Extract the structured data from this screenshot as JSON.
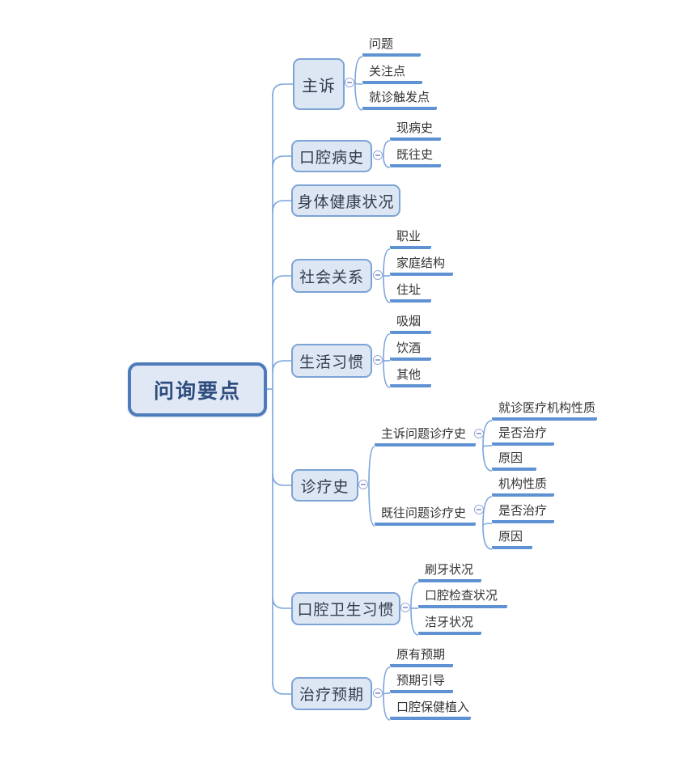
{
  "theme": {
    "connector_color": "#7aa4dc",
    "underline_color": "#5f92d2",
    "node_fill": "#dde7f3",
    "node_border": "#7ca3d6",
    "root_fill": "#dfe8f4",
    "root_border": "#4e7cbb",
    "root_text_color": "#2e4c7e"
  },
  "root": {
    "label": "问询要点"
  },
  "branches": [
    {
      "label": "主诉",
      "children": [
        {
          "label": "问题"
        },
        {
          "label": "关注点"
        },
        {
          "label": "就诊触发点"
        }
      ]
    },
    {
      "label": "口腔病史",
      "children": [
        {
          "label": "现病史"
        },
        {
          "label": "既往史"
        }
      ]
    },
    {
      "label": "身体健康状况",
      "children": []
    },
    {
      "label": "社会关系",
      "children": [
        {
          "label": "职业"
        },
        {
          "label": "家庭结构"
        },
        {
          "label": "住址"
        }
      ]
    },
    {
      "label": "生活习惯",
      "children": [
        {
          "label": "吸烟"
        },
        {
          "label": "饮酒"
        },
        {
          "label": "其他"
        }
      ]
    },
    {
      "label": "诊疗史",
      "children": [
        {
          "label": "主诉问题诊疗史",
          "children": [
            {
              "label": "就诊医疗机构性质"
            },
            {
              "label": "是否治疗"
            },
            {
              "label": "原因"
            }
          ]
        },
        {
          "label": "既往问题诊疗史",
          "children": [
            {
              "label": "机构性质"
            },
            {
              "label": "是否治疗"
            },
            {
              "label": "原因"
            }
          ]
        }
      ]
    },
    {
      "label": "口腔卫生习惯",
      "children": [
        {
          "label": "刷牙状况"
        },
        {
          "label": "口腔检查状况"
        },
        {
          "label": "洁牙状况"
        }
      ]
    },
    {
      "label": "治疗预期",
      "children": [
        {
          "label": "原有预期"
        },
        {
          "label": "预期引导"
        },
        {
          "label": "口腔保健植入"
        }
      ]
    }
  ]
}
